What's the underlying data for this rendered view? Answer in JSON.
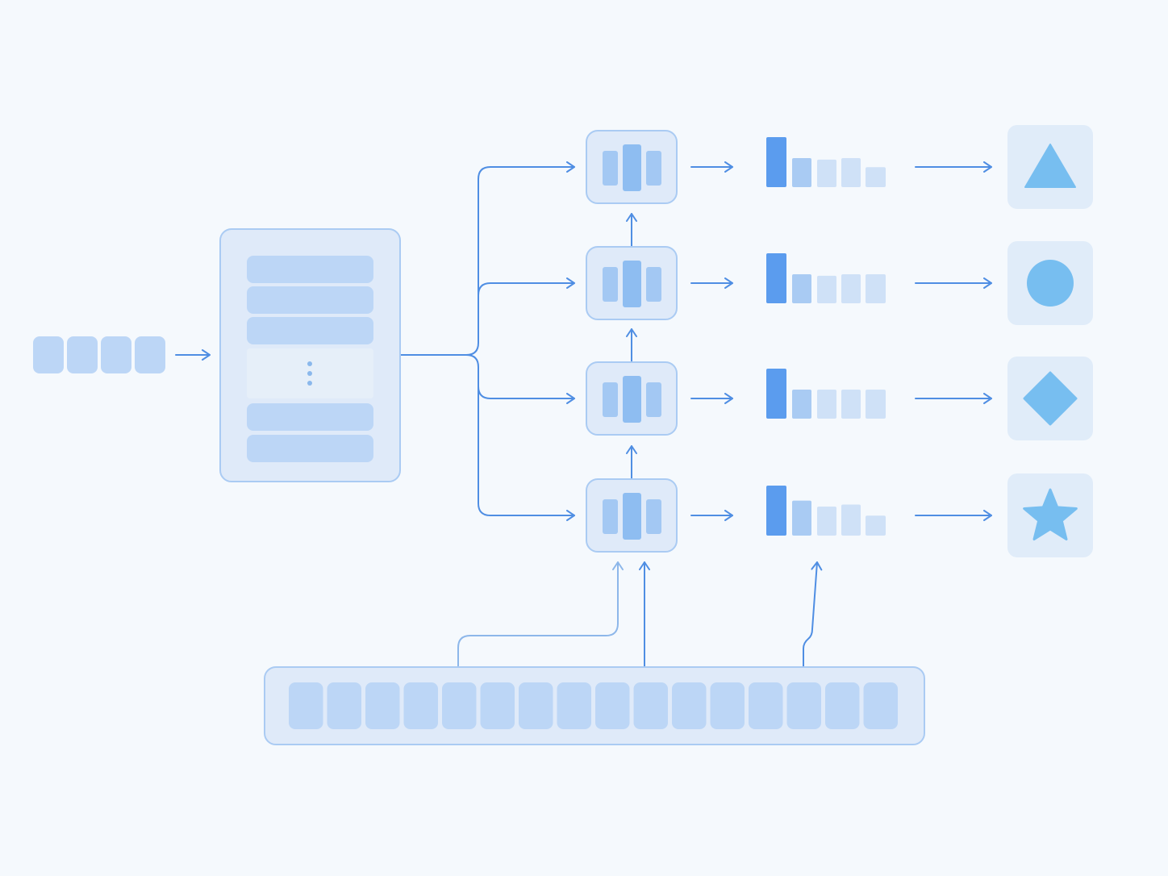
{
  "diagram": {
    "input_tokens": {
      "count": 4
    },
    "encoder": {
      "rows_above_ellipsis": 3,
      "rows_below_ellipsis": 2
    },
    "stages": [
      {
        "output_icon": "triangle-icon",
        "bars": [
          1.0,
          0.58,
          0.55,
          0.58,
          0.4
        ]
      },
      {
        "output_icon": "circle-icon",
        "bars": [
          1.0,
          0.58,
          0.55,
          0.58,
          0.58
        ]
      },
      {
        "output_icon": "diamond-icon",
        "bars": [
          1.0,
          0.58,
          0.58,
          0.58,
          0.58
        ]
      },
      {
        "output_icon": "star-icon",
        "bars": [
          1.0,
          0.7,
          0.58,
          0.62,
          0.4
        ]
      }
    ],
    "bottom_sequence": {
      "count": 16
    },
    "colors": {
      "background": "#f5f9fd",
      "box_fill": "#dfeaf9",
      "box_stroke": "#aacbf3",
      "cell_fill": "#bcd6f6",
      "arrow": "#4f8ee3",
      "bar_strong": "#5b9cee",
      "bar_mid": "#a9cbf3",
      "bar_light": "#cfe1f7",
      "shape_fill": "#77bef0",
      "icon_tile": "#e0ecf9"
    }
  }
}
